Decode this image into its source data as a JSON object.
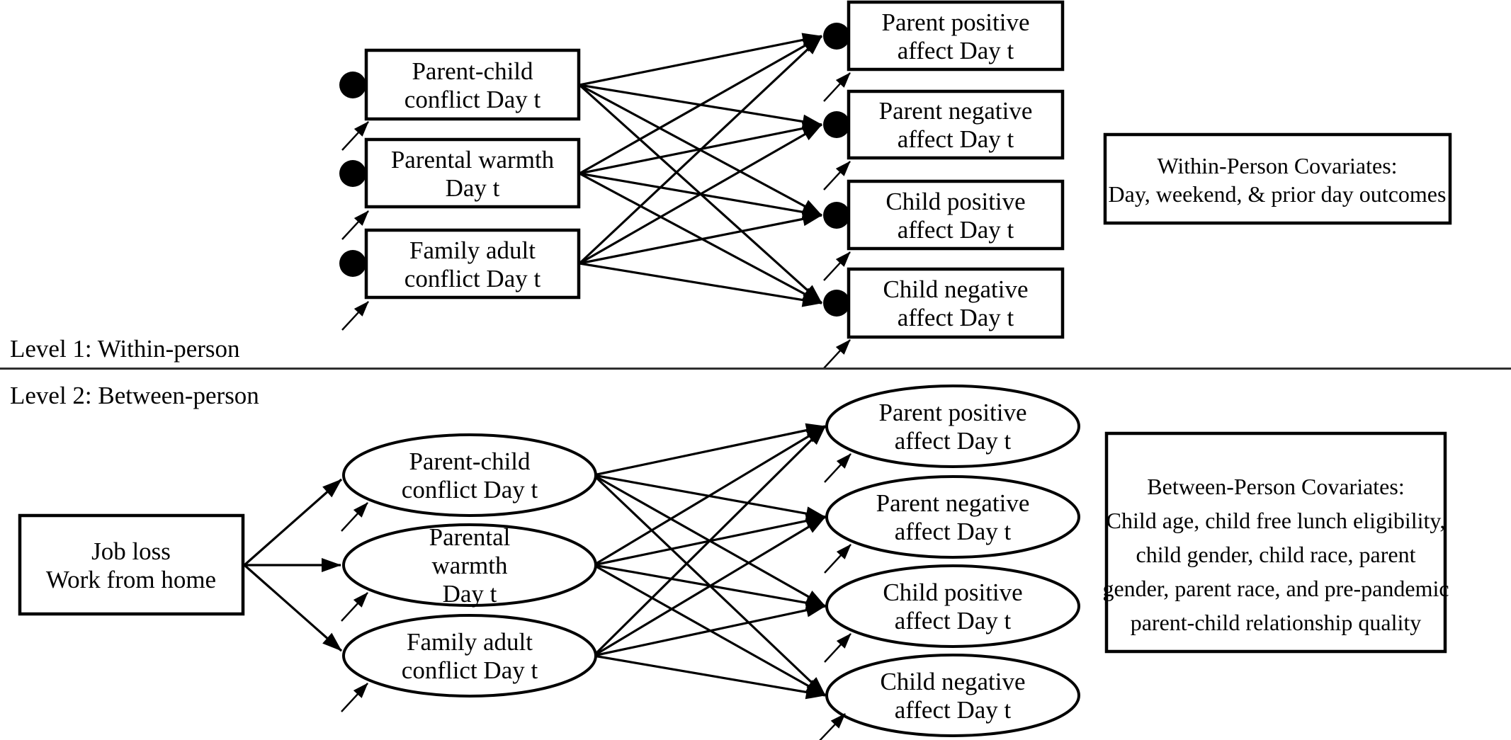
{
  "level1": {
    "section_label": "Level 1: Within-person",
    "predictors": [
      {
        "lines": [
          "Parent-child",
          "conflict Day t"
        ]
      },
      {
        "lines": [
          "Parental warmth",
          "Day t"
        ]
      },
      {
        "lines": [
          "Family adult",
          "conflict Day t"
        ]
      }
    ],
    "outcomes": [
      {
        "lines": [
          "Parent positive",
          "affect Day t"
        ]
      },
      {
        "lines": [
          "Parent negative",
          "affect Day t"
        ]
      },
      {
        "lines": [
          "Child positive",
          "affect Day t"
        ]
      },
      {
        "lines": [
          "Child negative",
          "affect Day t"
        ]
      }
    ],
    "covariates_lines": [
      "Within-Person Covariates:",
      "Day, weekend, & prior day outcomes"
    ]
  },
  "level2": {
    "section_label": "Level 2: Between-person",
    "exogenous_lines": [
      "Job loss",
      "Work from home"
    ],
    "predictors": [
      {
        "lines": [
          "Parent-child",
          "conflict Day t"
        ]
      },
      {
        "lines": [
          "Parental",
          "warmth",
          "Day t"
        ]
      },
      {
        "lines": [
          "Family adult",
          "conflict Day t"
        ]
      }
    ],
    "outcomes": [
      {
        "lines": [
          "Parent positive",
          "affect Day t"
        ]
      },
      {
        "lines": [
          "Parent negative",
          "affect Day t"
        ]
      },
      {
        "lines": [
          "Child positive",
          "affect Day t"
        ]
      },
      {
        "lines": [
          "Child negative",
          "affect Day t"
        ]
      }
    ],
    "covariates_lines": [
      "Between-Person Covariates:",
      "Child age, child free lunch eligibility,",
      "child gender, child race, parent",
      "gender, parent race, and pre-pandemic",
      "parent-child relationship quality"
    ]
  },
  "colors": {
    "ink": "#000000",
    "divider": "#2f2f2f",
    "background": "#ffffff"
  }
}
